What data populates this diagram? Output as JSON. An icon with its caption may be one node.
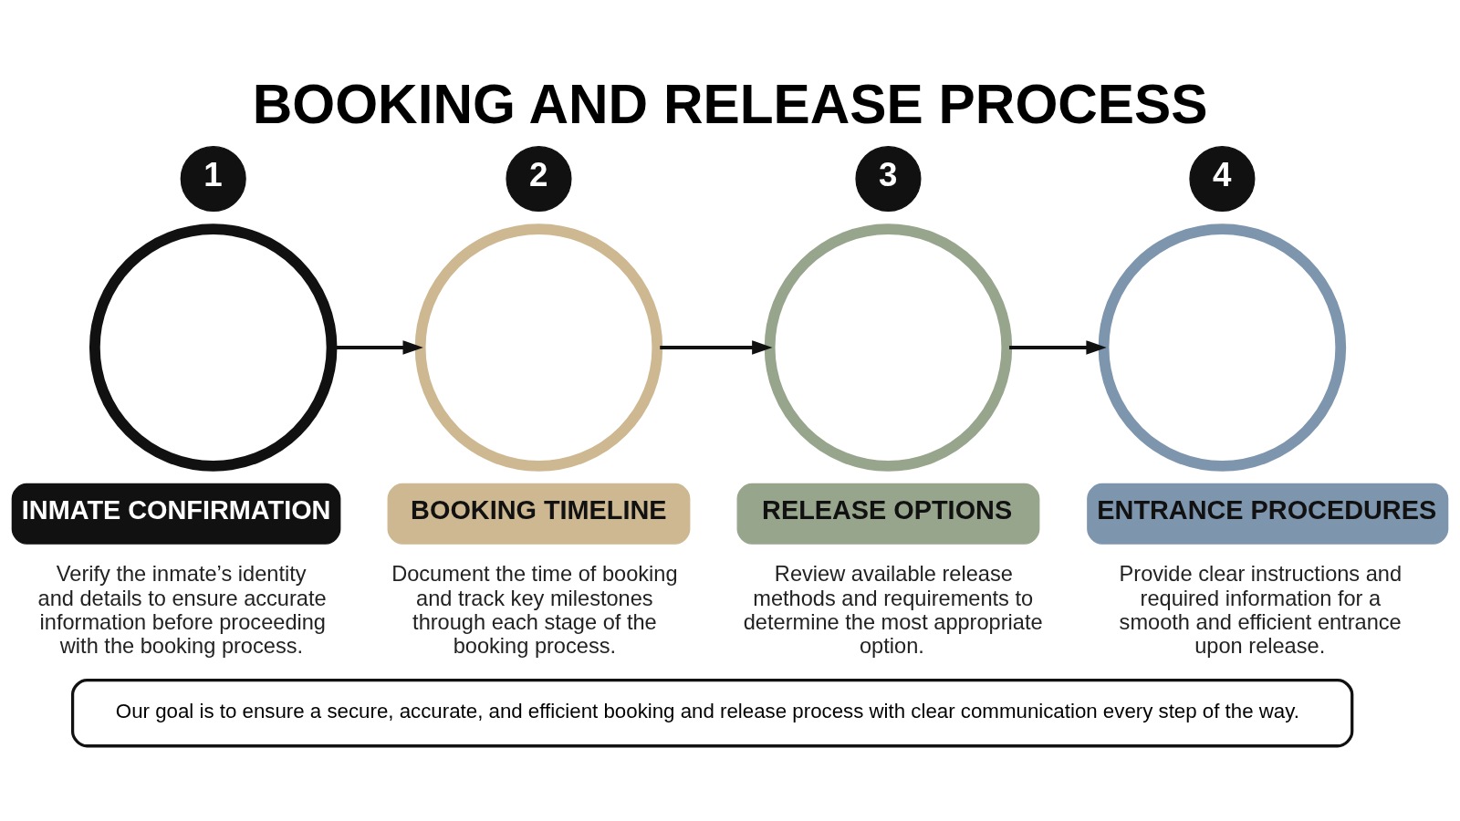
{
  "diagram": {
    "title": "BOOKING AND RELEASE PROCESS",
    "nodes": [
      {
        "text": [
          "1"
        ]
      },
      {
        "text": [],
        "shape": "circle"
      },
      {
        "text": [
          "INMATE CONFIRMATION"
        ],
        "beside": [
          "Verify the inmate’s identity and details to ensure accurate information before proceeding with the booking process."
        ]
      },
      {
        "text": [
          "2"
        ]
      },
      {
        "text": [],
        "shape": "circle"
      },
      {
        "text": [
          "BOOKING TIMELINE"
        ],
        "beside": [
          "Document the time of booking and track key milestones through each stage of the booking process."
        ]
      },
      {
        "text": [
          "3"
        ]
      },
      {
        "text": [],
        "shape": "circle"
      },
      {
        "text": [
          "RELEASE OPTIONS"
        ],
        "beside": [
          "Review available release methods and requirements to determine the most appropriate option."
        ]
      },
      {
        "text": [
          "4"
        ]
      },
      {
        "text": [],
        "shape": "circle"
      },
      {
        "text": [
          "ENTRANCE PROCEDURES"
        ],
        "beside": [
          "Provide clear instructions and required information for a smooth and efficient entrance upon release."
        ]
      },
      {
        "text": [
          "Our goal is to ensure a secure, accurate, and efficient booking and release process with clear communication every step of the way."
        ]
      }
    ],
    "edges": [
      {
        "from": 1,
        "to": 4,
        "arrow": "to"
      },
      {
        "from": 4,
        "to": 7,
        "arrow": "to"
      },
      {
        "from": 7,
        "to": 10,
        "arrow": "to"
      }
    ]
  }
}
